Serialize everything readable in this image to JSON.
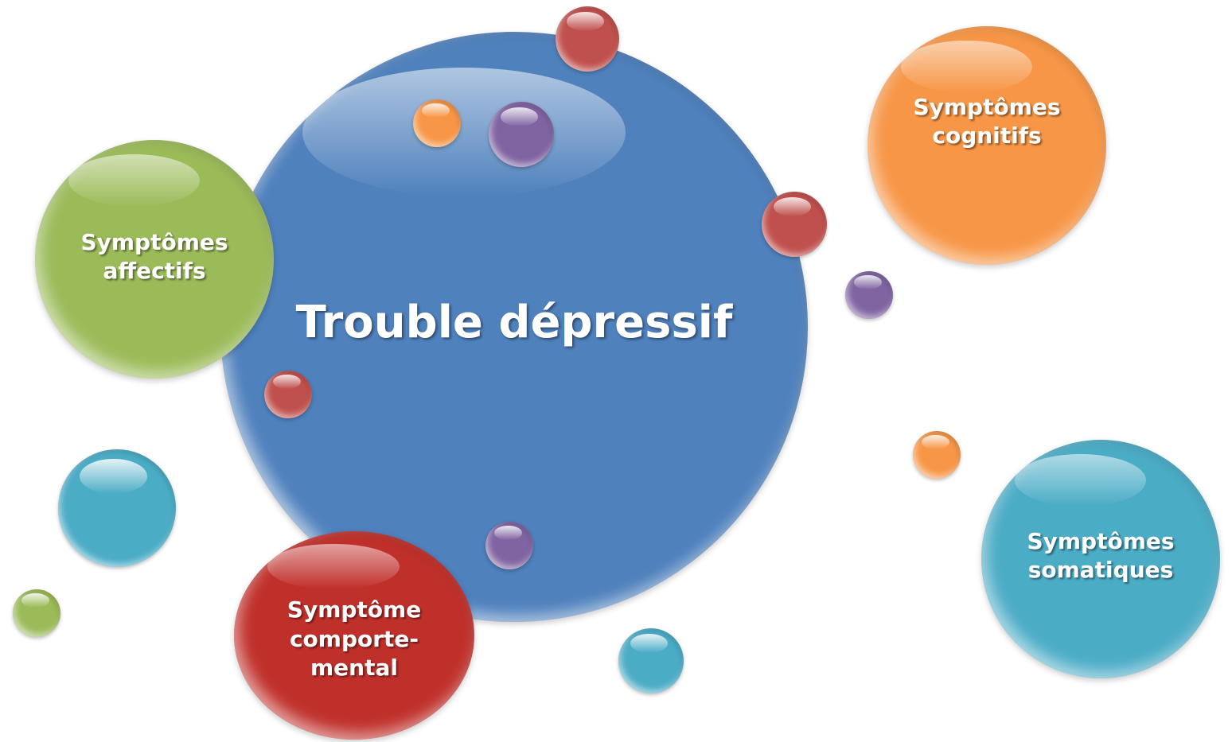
{
  "diagram": {
    "center": {
      "label": "Trouble dépressif",
      "color": "#4F81BD"
    },
    "satellites": [
      {
        "id": "affectifs",
        "label": "Symptômes\naffectifs",
        "color": "#9BBB59"
      },
      {
        "id": "cognitifs",
        "label": "Symptômes\ncognitifs",
        "color": "#F79646"
      },
      {
        "id": "somatiques",
        "label": "Symptômes\nsomatiques",
        "color": "#4BACC6"
      },
      {
        "id": "comportemental",
        "label": "Symptôme\ncomporte-\nmental",
        "color": "#C0302B"
      }
    ],
    "colors": {
      "blue": "#4F81BD",
      "red": "#C0504D",
      "orange": "#F79646",
      "purple": "#8064A2",
      "green": "#9BBB59",
      "teal": "#4BACC6",
      "dark_red": "#C0302B"
    }
  }
}
